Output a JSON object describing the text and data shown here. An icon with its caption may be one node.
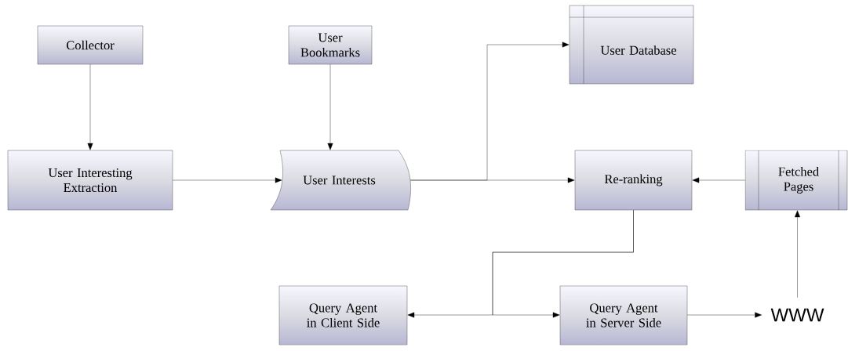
{
  "diagram": {
    "nodes": [
      {
        "text": [
          "Collector"
        ]
      },
      {
        "text": [
          "User Bookmarks"
        ]
      },
      {
        "text": [
          "User Database"
        ]
      },
      {
        "text": [
          "User Interesting Extraction"
        ]
      },
      {
        "text": [
          "User Interests"
        ]
      },
      {
        "text": [
          "Re-ranking"
        ]
      },
      {
        "text": [
          "Fetched Pages"
        ]
      },
      {
        "text": [
          "Query Agent in Client Side"
        ]
      },
      {
        "text": [
          "Query Agent in Server Side"
        ]
      },
      {
        "text": [
          "WWW"
        ]
      }
    ],
    "edges": [
      {
        "from": 0,
        "to": 3,
        "arrow": "to"
      },
      {
        "from": 1,
        "to": 4,
        "arrow": "to"
      },
      {
        "from": 3,
        "to": 4,
        "arrow": "to"
      },
      {
        "from": 4,
        "to": 2,
        "arrow": "to"
      },
      {
        "from": 4,
        "to": 5,
        "arrow": "to"
      },
      {
        "from": 6,
        "to": 5,
        "arrow": "to"
      },
      {
        "from": 5,
        "to": 7,
        "arrow": "to"
      },
      {
        "from": 5,
        "to": 8,
        "arrow": "to"
      },
      {
        "from": 9,
        "to": 6,
        "arrow": "to"
      },
      {
        "from": 8,
        "to": 9,
        "arrow": "to"
      }
    ]
  }
}
